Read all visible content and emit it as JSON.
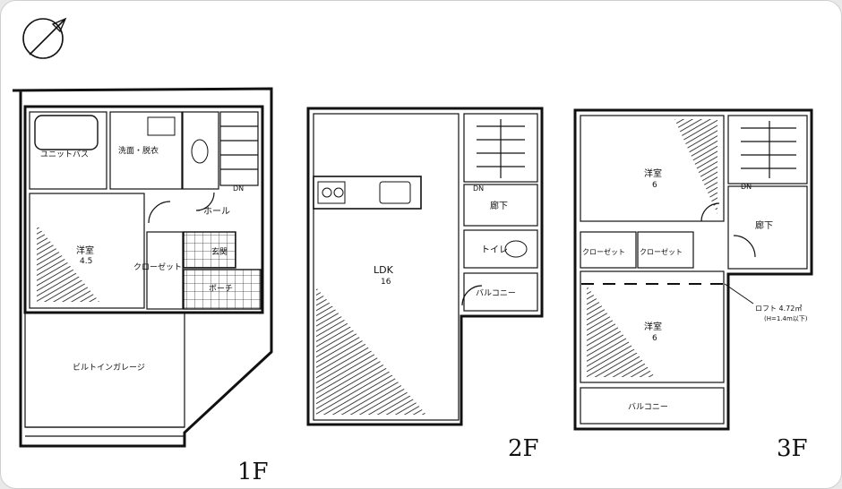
{
  "floors": {
    "f1": {
      "label": "1F",
      "rooms": {
        "bath": "ユニットバス",
        "wash": "洗面・脱衣",
        "hall": "ホール",
        "western": "洋室",
        "western_size": "4.5",
        "entrance": "玄関",
        "closet": "クローゼット",
        "porch": "ポーチ",
        "garage": "ビルトインガレージ",
        "dn": "DN"
      }
    },
    "f2": {
      "label": "2F",
      "rooms": {
        "ldk": "LDK",
        "ldk_size": "16",
        "corridor": "廊下",
        "toilet": "トイレ",
        "balcony": "バルコニー",
        "dn": "DN"
      }
    },
    "f3": {
      "label": "3F",
      "rooms": {
        "western_a": "洋室",
        "western_a_size": "6",
        "corridor": "廊下",
        "closet_a": "クローゼット",
        "closet_b": "クローゼット",
        "western_b": "洋室",
        "western_b_size": "6",
        "balcony": "バルコニー",
        "loft": "ロフト 4.72㎡",
        "loft_note": "(H=1.4m以下)",
        "dn": "DN"
      }
    }
  }
}
